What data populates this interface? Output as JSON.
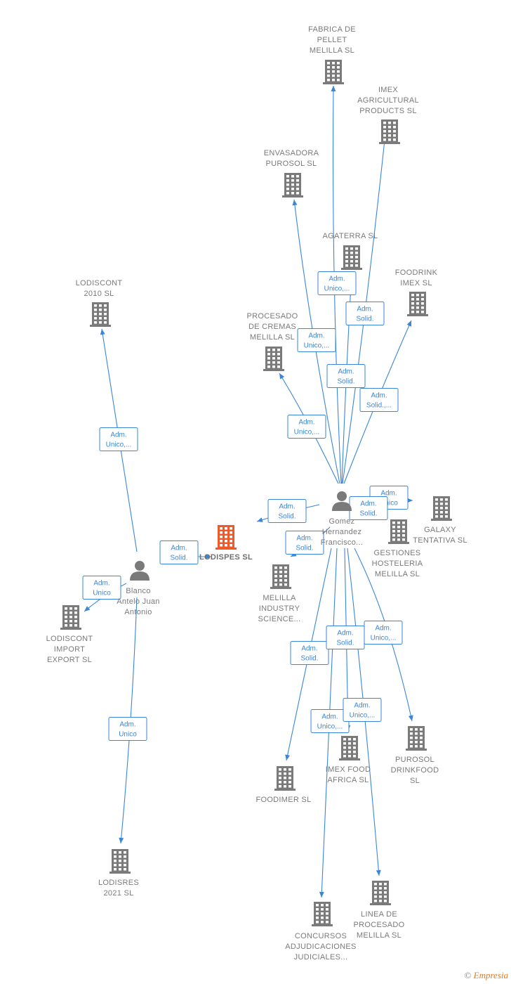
{
  "colors": {
    "edge": "#3a86d8",
    "company": "#7a7a7a",
    "main_company": "#f05a28",
    "person": "#7a7a7a",
    "brand": "#e07b2a"
  },
  "nodes": [
    {
      "id": "fabrica",
      "type": "company",
      "lines": [
        "FABRICA DE",
        "PELLET",
        "MELILLA  SL"
      ]
    },
    {
      "id": "imex_agri",
      "type": "company",
      "lines": [
        "IMEX",
        "AGRICULTURAL",
        "PRODUCTS  SL"
      ]
    },
    {
      "id": "envasadora",
      "type": "company",
      "lines": [
        "ENVASADORA",
        "PUROSOL  SL"
      ]
    },
    {
      "id": "agaterra",
      "type": "company",
      "lines": [
        "AGATERRA SL"
      ]
    },
    {
      "id": "foodrink",
      "type": "company",
      "lines": [
        "FOODRINK",
        "IMEX  SL"
      ]
    },
    {
      "id": "procesado",
      "type": "company",
      "lines": [
        "PROCESADO",
        "DE CREMAS",
        "MELILLA  SL"
      ]
    },
    {
      "id": "lodiscont2010",
      "type": "company",
      "lines": [
        "LODISCONT",
        "2010  SL"
      ]
    },
    {
      "id": "gomez",
      "type": "person",
      "lines": [
        "Gomez",
        "Hernandez",
        "Francisco..."
      ]
    },
    {
      "id": "galaxy",
      "type": "company",
      "lines": [
        "GALAXY",
        "TENTATIVA  SL"
      ]
    },
    {
      "id": "gestiones",
      "type": "company",
      "lines": [
        "GESTIONES",
        "HOSTELERIA",
        "MELILLA  SL"
      ]
    },
    {
      "id": "lodispes",
      "type": "main",
      "lines": [
        "LODISPES  SL"
      ]
    },
    {
      "id": "blanco",
      "type": "person",
      "lines": [
        "Blanco",
        "Antelo Juan",
        "Antonio"
      ]
    },
    {
      "id": "melilla_ind",
      "type": "company",
      "lines": [
        "MELILLA",
        "INDUSTRY",
        "SCIENCE..."
      ]
    },
    {
      "id": "lodiscont_imp",
      "type": "company",
      "lines": [
        "LODISCONT",
        "IMPORT",
        "EXPORT  SL"
      ]
    },
    {
      "id": "imex_food",
      "type": "company",
      "lines": [
        "IMEX FOOD",
        "AFRICA  SL"
      ]
    },
    {
      "id": "purosol_dr",
      "type": "company",
      "lines": [
        "PUROSOL",
        "DRINKFOOD",
        "SL"
      ]
    },
    {
      "id": "foodimer",
      "type": "company",
      "lines": [
        "FOODIMER  SL"
      ]
    },
    {
      "id": "lodisres",
      "type": "company",
      "lines": [
        "LODISRES",
        "2021  SL"
      ]
    },
    {
      "id": "concursos",
      "type": "company",
      "lines": [
        "CONCURSOS",
        "ADJUDICACIONES",
        "JUDICIALES..."
      ]
    },
    {
      "id": "linea",
      "type": "company",
      "lines": [
        "LINEA DE",
        "PROCESADO",
        "MELILLA  SL"
      ]
    }
  ],
  "edges": [
    {
      "from": "gomez",
      "to": "fabrica",
      "label": [
        "Adm.",
        "Unico,..."
      ]
    },
    {
      "from": "gomez",
      "to": "imex_agri",
      "label": [
        "Adm.",
        "Solid."
      ]
    },
    {
      "from": "gomez",
      "to": "envasadora",
      "label": [
        "Adm.",
        "Unico,..."
      ]
    },
    {
      "from": "gomez",
      "to": "agaterra",
      "label": [
        "Adm.",
        "Solid."
      ]
    },
    {
      "from": "gomez",
      "to": "foodrink",
      "label": [
        "Adm.",
        "Solid.,..."
      ]
    },
    {
      "from": "gomez",
      "to": "procesado",
      "label": [
        "Adm.",
        "Unico,..."
      ]
    },
    {
      "from": "gomez",
      "to": "galaxy",
      "label": [
        "Adm.",
        "Unico"
      ]
    },
    {
      "from": "gomez",
      "to": "gestiones",
      "label": [
        "Adm.",
        "Solid."
      ]
    },
    {
      "from": "gomez",
      "to": "lodispes",
      "label": [
        "Adm.",
        "Solid."
      ]
    },
    {
      "from": "gomez",
      "to": "melilla_ind",
      "label": [
        "Adm.",
        "Solid."
      ]
    },
    {
      "from": "gomez",
      "to": "foodimer",
      "label": [
        "Adm.",
        "Solid."
      ]
    },
    {
      "from": "gomez",
      "to": "imex_food",
      "label": [
        "Adm.",
        "Solid."
      ]
    },
    {
      "from": "gomez",
      "to": "purosol_dr",
      "label": [
        "Adm.",
        "Unico,..."
      ]
    },
    {
      "from": "gomez",
      "to": "concursos",
      "label": [
        "Adm.",
        "Unico,..."
      ]
    },
    {
      "from": "gomez",
      "to": "linea",
      "label": [
        "Adm.",
        "Unico,..."
      ]
    },
    {
      "from": "blanco",
      "to": "lodiscont2010",
      "label": [
        "Adm.",
        "Unico,..."
      ]
    },
    {
      "from": "blanco",
      "to": "lodispes",
      "label": [
        "Adm.",
        "Solid."
      ]
    },
    {
      "from": "blanco",
      "to": "lodiscont_imp",
      "label": [
        "Adm.",
        "Unico"
      ]
    },
    {
      "from": "blanco",
      "to": "lodisres",
      "label": [
        "Adm.",
        "Unico"
      ]
    }
  ],
  "footer": {
    "copyright": "©",
    "brand": "Empresia"
  }
}
